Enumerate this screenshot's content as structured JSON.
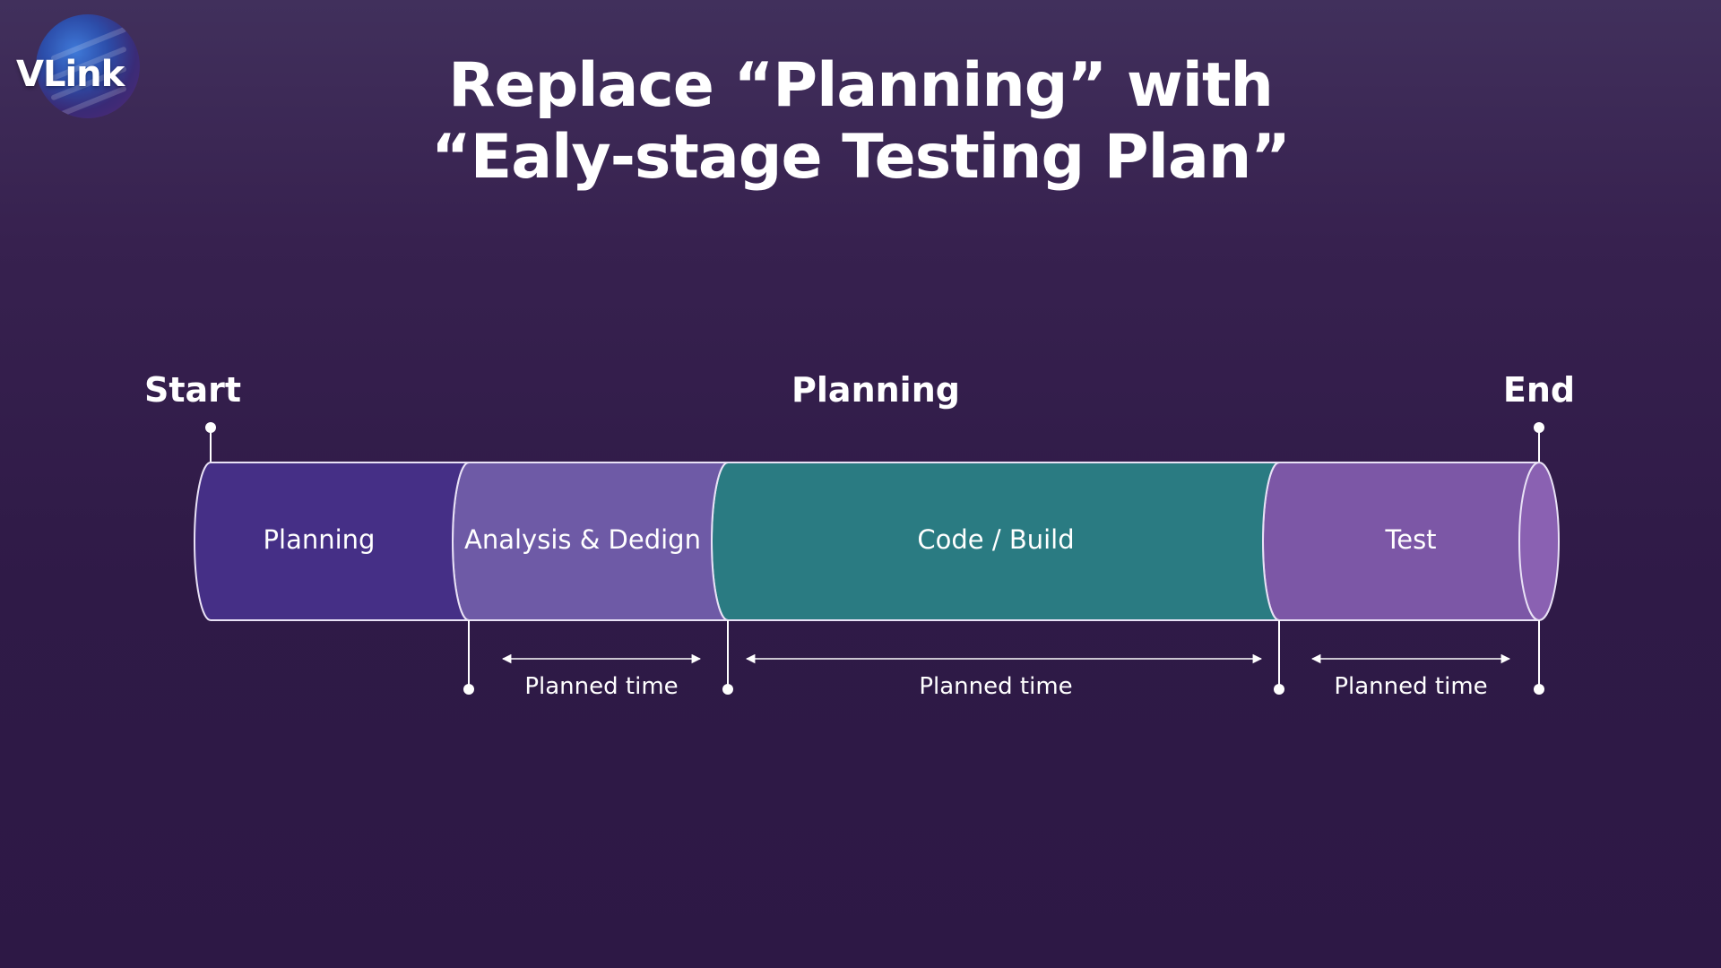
{
  "logo": {
    "text": "VLink"
  },
  "title": {
    "line1": "Replace “Planning” with",
    "line2": "“Ealy-stage Testing Plan”"
  },
  "timeline": {
    "start_label": "Start",
    "middle_label": "Planning",
    "end_label": "End",
    "segments": [
      {
        "label": "Planning",
        "color": "#452f86"
      },
      {
        "label": "Analysis & Dedign",
        "color": "#6e5aa6"
      },
      {
        "label": "Code / Build",
        "color": "#2a7b82"
      },
      {
        "label": "Test",
        "color": "#7c57a6"
      }
    ],
    "durations": [
      {
        "label": "Planned time"
      },
      {
        "label": "Planned time"
      },
      {
        "label": "Planned time"
      }
    ]
  }
}
